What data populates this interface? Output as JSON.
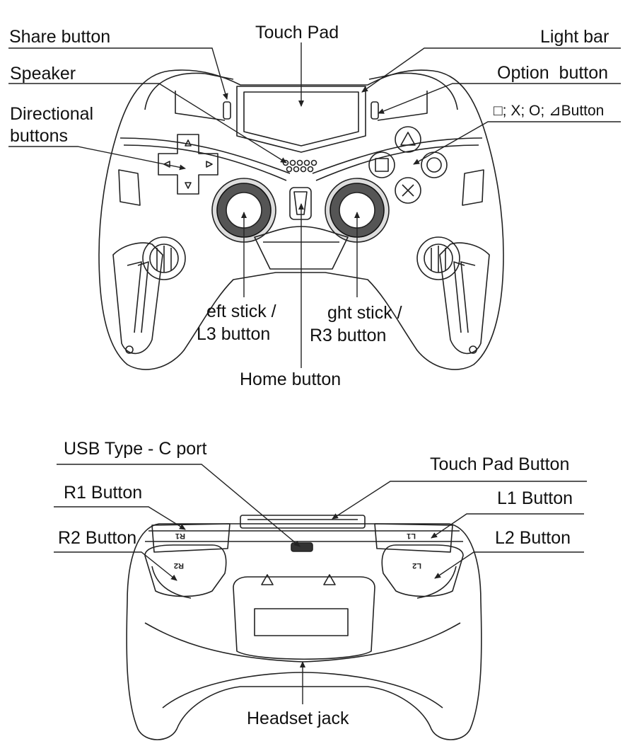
{
  "top_labels": {
    "share": "Share button",
    "touch_pad": "Touch Pad",
    "light_bar": "Light bar",
    "speaker": "Speaker",
    "option": "Option  button",
    "directional_1": "Directional",
    "directional_2": "buttons",
    "face_buttons": "□; X; O; ⊿Button",
    "left_stick_1": "eft stick /",
    "left_stick_2": "L3 button",
    "right_stick_1": "ght stick /",
    "right_stick_2": "R3 button",
    "home": "Home button"
  },
  "bottom_labels": {
    "usb": "USB Type - C port",
    "touch_pad_button": "Touch Pad Button",
    "r1": "R1 Button",
    "l1": "L1 Button",
    "r2": "R2 Button",
    "l2": "L2 Button",
    "headset": "Headset jack"
  },
  "engraved": {
    "r1": "R1",
    "l1": "L1",
    "r2": "R2",
    "l2": "L2"
  }
}
